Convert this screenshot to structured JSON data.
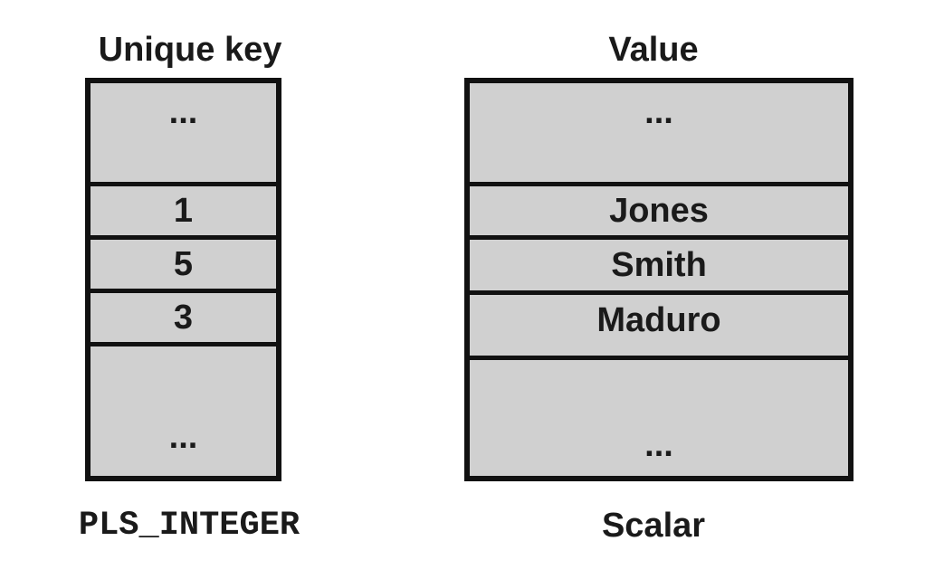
{
  "key_column": {
    "heading": "Unique key",
    "top_ellipsis": "...",
    "rows": [
      "1",
      "5",
      "3"
    ],
    "bottom_ellipsis": "...",
    "type_label": "PLS_INTEGER"
  },
  "value_column": {
    "heading": "Value",
    "top_ellipsis": "...",
    "rows": [
      "Jones",
      "Smith",
      "Maduro"
    ],
    "bottom_ellipsis": "...",
    "type_label": "Scalar"
  }
}
